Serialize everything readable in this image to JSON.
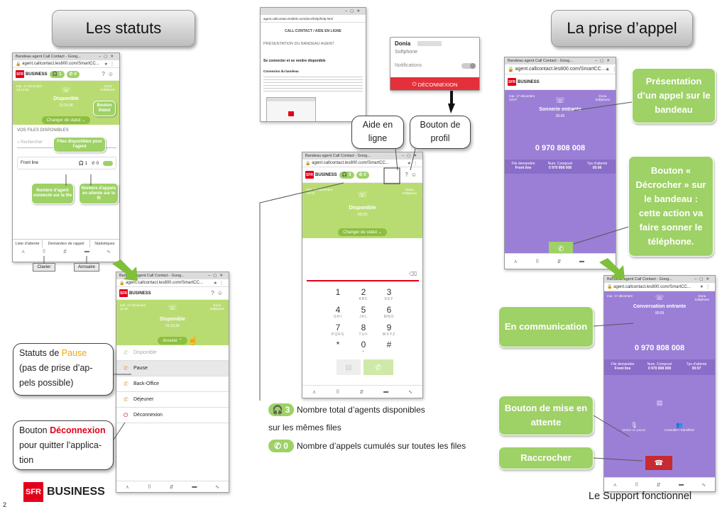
{
  "page_number": "2",
  "titles": {
    "statuts": "Les statuts",
    "prise": "La prise d’appel"
  },
  "browser": {
    "tab_title": "Bandeau agent Call Contact - Goog...",
    "url": "agent.callcontact.les800.com/SmartCC...",
    "url_full": "agent.callcontact.les800.com/SmartCC..."
  },
  "app": {
    "brand": "SFR",
    "business": "BUSINESS",
    "agents_count": "3",
    "calls_count": "0",
    "agents_count_w1": "1",
    "calls_count_w1": "0",
    "date_label": "mar. 17 décembre",
    "softphone_label": "Softphone",
    "status_dispo": "Disponible",
    "change_status": "Changer de statut",
    "cancel": "Annuler"
  },
  "win1": {
    "time": "10:14:55",
    "clock": "10:16:36",
    "files_title": "VOS FILES DISPONIBLES",
    "search_placeholder": "Rechercher",
    "queue_name": "Front line",
    "queue_agents": "1",
    "queue_calls": "0",
    "footer_tabs": [
      "Liste d'attente",
      "Demandes de rappel",
      "Statistiques"
    ]
  },
  "win1_callouts": {
    "bouton_statut": "Bouton Statut",
    "files_dispo": "Files disponibles pour l'agent",
    "nb_agents": "Nombre d'agent connecté sur la file",
    "nb_appels": "Nombre d'appels en attente sur la fil"
  },
  "tags": {
    "clavier": "Clavier",
    "annuaire": "Annuaire"
  },
  "win2": {
    "time": "11:43",
    "clock": "01:16:36",
    "menu": [
      "Disponible",
      "Pause",
      "Back-Office",
      "Déjeuner",
      "Déconnexion"
    ]
  },
  "left_callouts": {
    "pause_pre": "Statuts de ",
    "pause_word": "Pause",
    "pause_rest": "(pas de prise d’ap- pels possible)",
    "deco_pre": "Bouton ",
    "deco_word": "Déconnexion",
    "deco_rest": "pour quitter l’applica- tion"
  },
  "help_page": {
    "url": "agent.callcontact.les800.com/docs/help/help.html",
    "header": "CALL CONTACT / AIDE EN LIGNE",
    "subtitle": "PRÉSENTATION DU BANDEAU AGENT",
    "section": "Se connecter et se rendre disponible",
    "subsection": "Connexion du bandeau"
  },
  "profile": {
    "name": "Donia",
    "role": "Softphone",
    "notifications": "Notifications",
    "logout": "DÉCONNEXION"
  },
  "mid_callouts": {
    "aide": "Aide en ligne",
    "profil": "Bouton de profil"
  },
  "win3": {
    "time": "12:22",
    "clock": "00:20",
    "keys": [
      {
        "d": "1",
        "l": ""
      },
      {
        "d": "2",
        "l": "ABC"
      },
      {
        "d": "3",
        "l": "DEF"
      },
      {
        "d": "4",
        "l": "GHI"
      },
      {
        "d": "5",
        "l": "JKL"
      },
      {
        "d": "6",
        "l": "MNO"
      },
      {
        "d": "7",
        "l": "PQRS"
      },
      {
        "d": "8",
        "l": "TUV"
      },
      {
        "d": "9",
        "l": "WXYZ"
      },
      {
        "d": "*",
        "l": ""
      },
      {
        "d": "0",
        "l": "+"
      },
      {
        "d": "#",
        "l": ""
      }
    ]
  },
  "legend": {
    "agents_num": "3",
    "agents_text1": "Nombre total d’agents disponibles",
    "agents_text2": "sur les mêmes files",
    "calls_num": "0",
    "calls_text": "Nombre d’appels cumulés sur toutes les files"
  },
  "win4": {
    "time": "13:07",
    "state": "Sonnerie entrante",
    "clock": "00:06",
    "number": "0 970 808 008",
    "cols": [
      "File demandée",
      "Num. Composé",
      "Tps d'attente"
    ],
    "vals": [
      "Front line",
      "0 970 808 008",
      "00:06"
    ]
  },
  "right_callouts": {
    "presentation": "Présentation d’un appel sur le bandeau",
    "decrocher": "Bouton « Décrocher » sur le bandeau : cette action va faire sonner le téléphone.",
    "en_comm": "En communication",
    "mise_attente": "Bouton de mise en attente",
    "raccrocher": "Raccrocher"
  },
  "win5": {
    "state": "Conversation entrante",
    "clock": "00:09",
    "number": "0 970 808 008",
    "cols": [
      "File demandée",
      "Num. Composé",
      "Tps d'attente"
    ],
    "vals": [
      "Front line",
      "0 970 808 008",
      "00:07"
    ],
    "mute_label": "Mettre en pause",
    "transfer_label": "Consulter / transférer"
  },
  "brand_footer": {
    "sfr": "SFR",
    "business": "BUSINESS",
    "support": "Le Support fonctionnel"
  },
  "colors": {
    "green": "#9ed166",
    "purple": "#9b7fd6",
    "red": "#e3001b"
  }
}
